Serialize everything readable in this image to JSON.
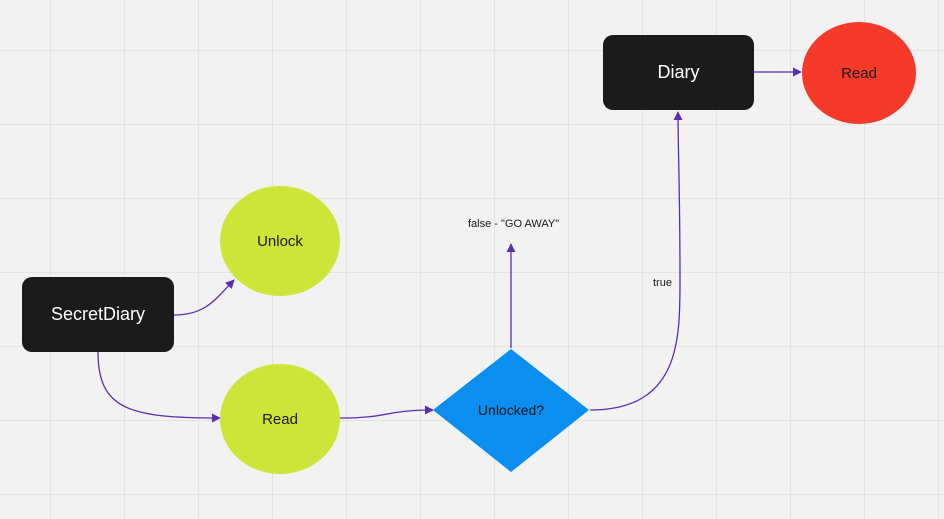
{
  "nodes": {
    "secret_diary": "SecretDiary",
    "unlock": "Unlock",
    "read_bottom": "Read",
    "unlocked_decision": "Unlocked?",
    "diary": "Diary",
    "read_top": "Read"
  },
  "edges": {
    "false_label": "false - \"GO AWAY\"",
    "true_label": "true"
  },
  "colors": {
    "canvas_background": "#f2f2f2",
    "grid_line": "#e3e3e3",
    "rect_fill": "#1b1b1b",
    "green_circle": "#cde438",
    "red_circle": "#f63a2a",
    "diamond_fill": "#0a8ef0",
    "connector": "#5b2db0"
  }
}
